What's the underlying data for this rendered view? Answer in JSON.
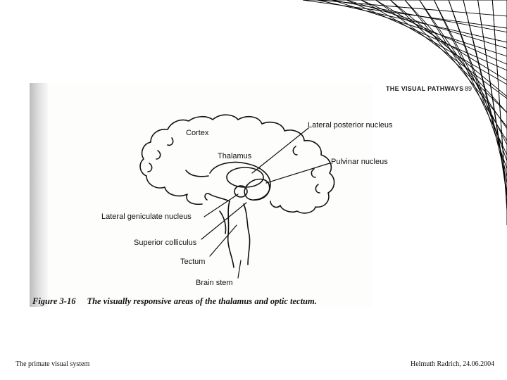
{
  "page": {
    "header_title": "THE VISUAL PATHWAYS",
    "header_page": "89"
  },
  "figure": {
    "labels": {
      "cortex": "Cortex",
      "thalamus": "Thalamus",
      "lateral_posterior": "Lateral posterior nucleus",
      "pulvinar": "Pulvinar nucleus",
      "lateral_geniculate": "Lateral geniculate nucleus",
      "superior_colliculus": "Superior colliculus",
      "tectum": "Tectum",
      "brain_stem": "Brain stem"
    },
    "caption_number": "Figure 3-16",
    "caption_text": "The visually responsive areas of the thalamus and optic tectum."
  },
  "footer": {
    "left": "The  primate visual system",
    "right": "Helmuth Radrich, 24.06.2004"
  }
}
